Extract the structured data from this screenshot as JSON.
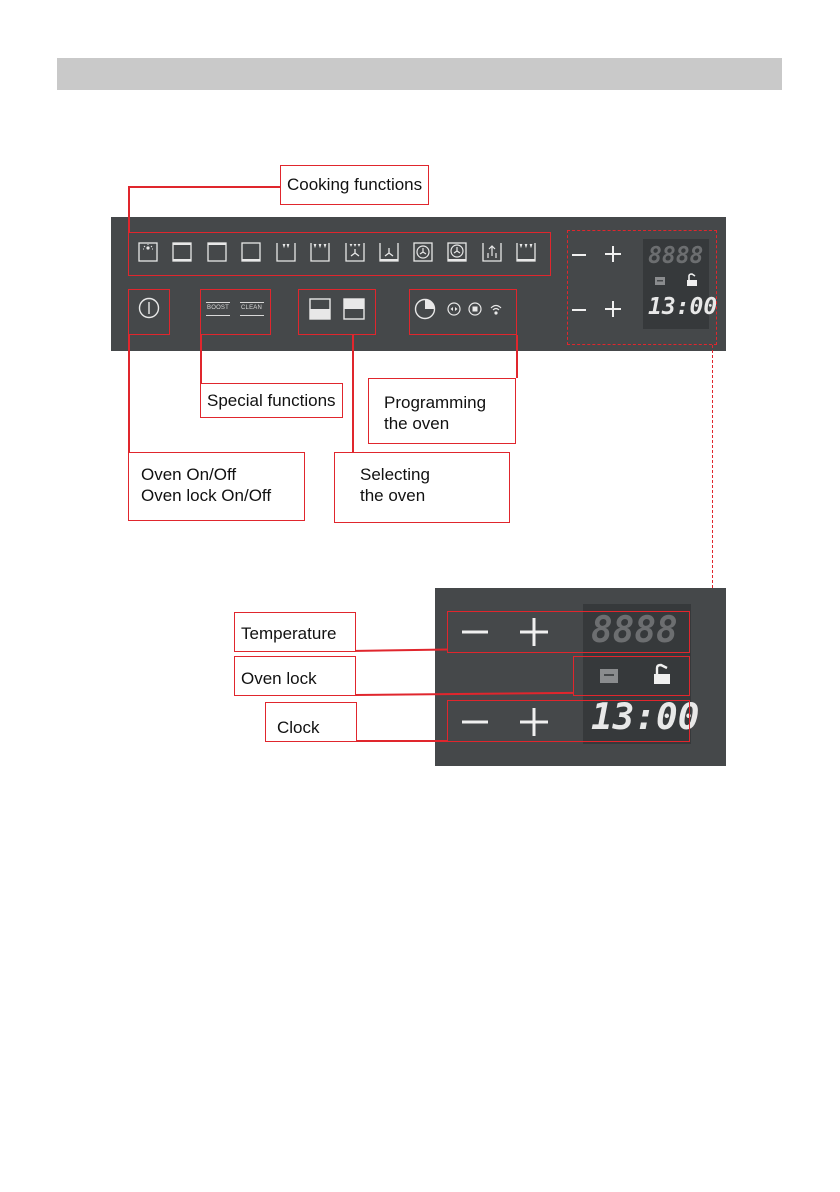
{
  "labels": {
    "cooking_functions": "Cooking functions",
    "special_functions": "Special functions",
    "programming": [
      "Programming",
      "the oven"
    ],
    "oven_on_off": [
      "Oven On/Off",
      "Oven lock On/Off"
    ],
    "selecting": [
      "Selecting",
      "the oven"
    ],
    "temperature": "Temperature",
    "oven_lock": "Oven lock",
    "clock": "Clock"
  },
  "buttons": {
    "boost": "BOOST",
    "clean": "CLEAN",
    "minus": "−",
    "plus": "+"
  },
  "displays": {
    "temperature": "8888",
    "clock": "13:00"
  },
  "icons": {
    "cooking_functions": [
      "light-icon",
      "conventional-icon",
      "top-heat-icon",
      "bottom-heat-icon",
      "grill-icon",
      "full-grill-icon",
      "fan-grill-icon",
      "fan-bottom-icon",
      "fan-icon",
      "fan-ring-icon",
      "defrost-icon",
      "turbo-grill-icon"
    ],
    "power": "power-icon",
    "oven_select": [
      "lower-oven-icon",
      "upper-oven-icon"
    ],
    "programming": [
      "timer-icon",
      "arrows-icon",
      "stop-icon",
      "alarm-icon"
    ],
    "lock": [
      "lock-closed-icon",
      "lock-open-icon"
    ]
  },
  "colors": {
    "panel": "#45484a",
    "accent": "#e0262d",
    "header": "#c9c9c9"
  }
}
